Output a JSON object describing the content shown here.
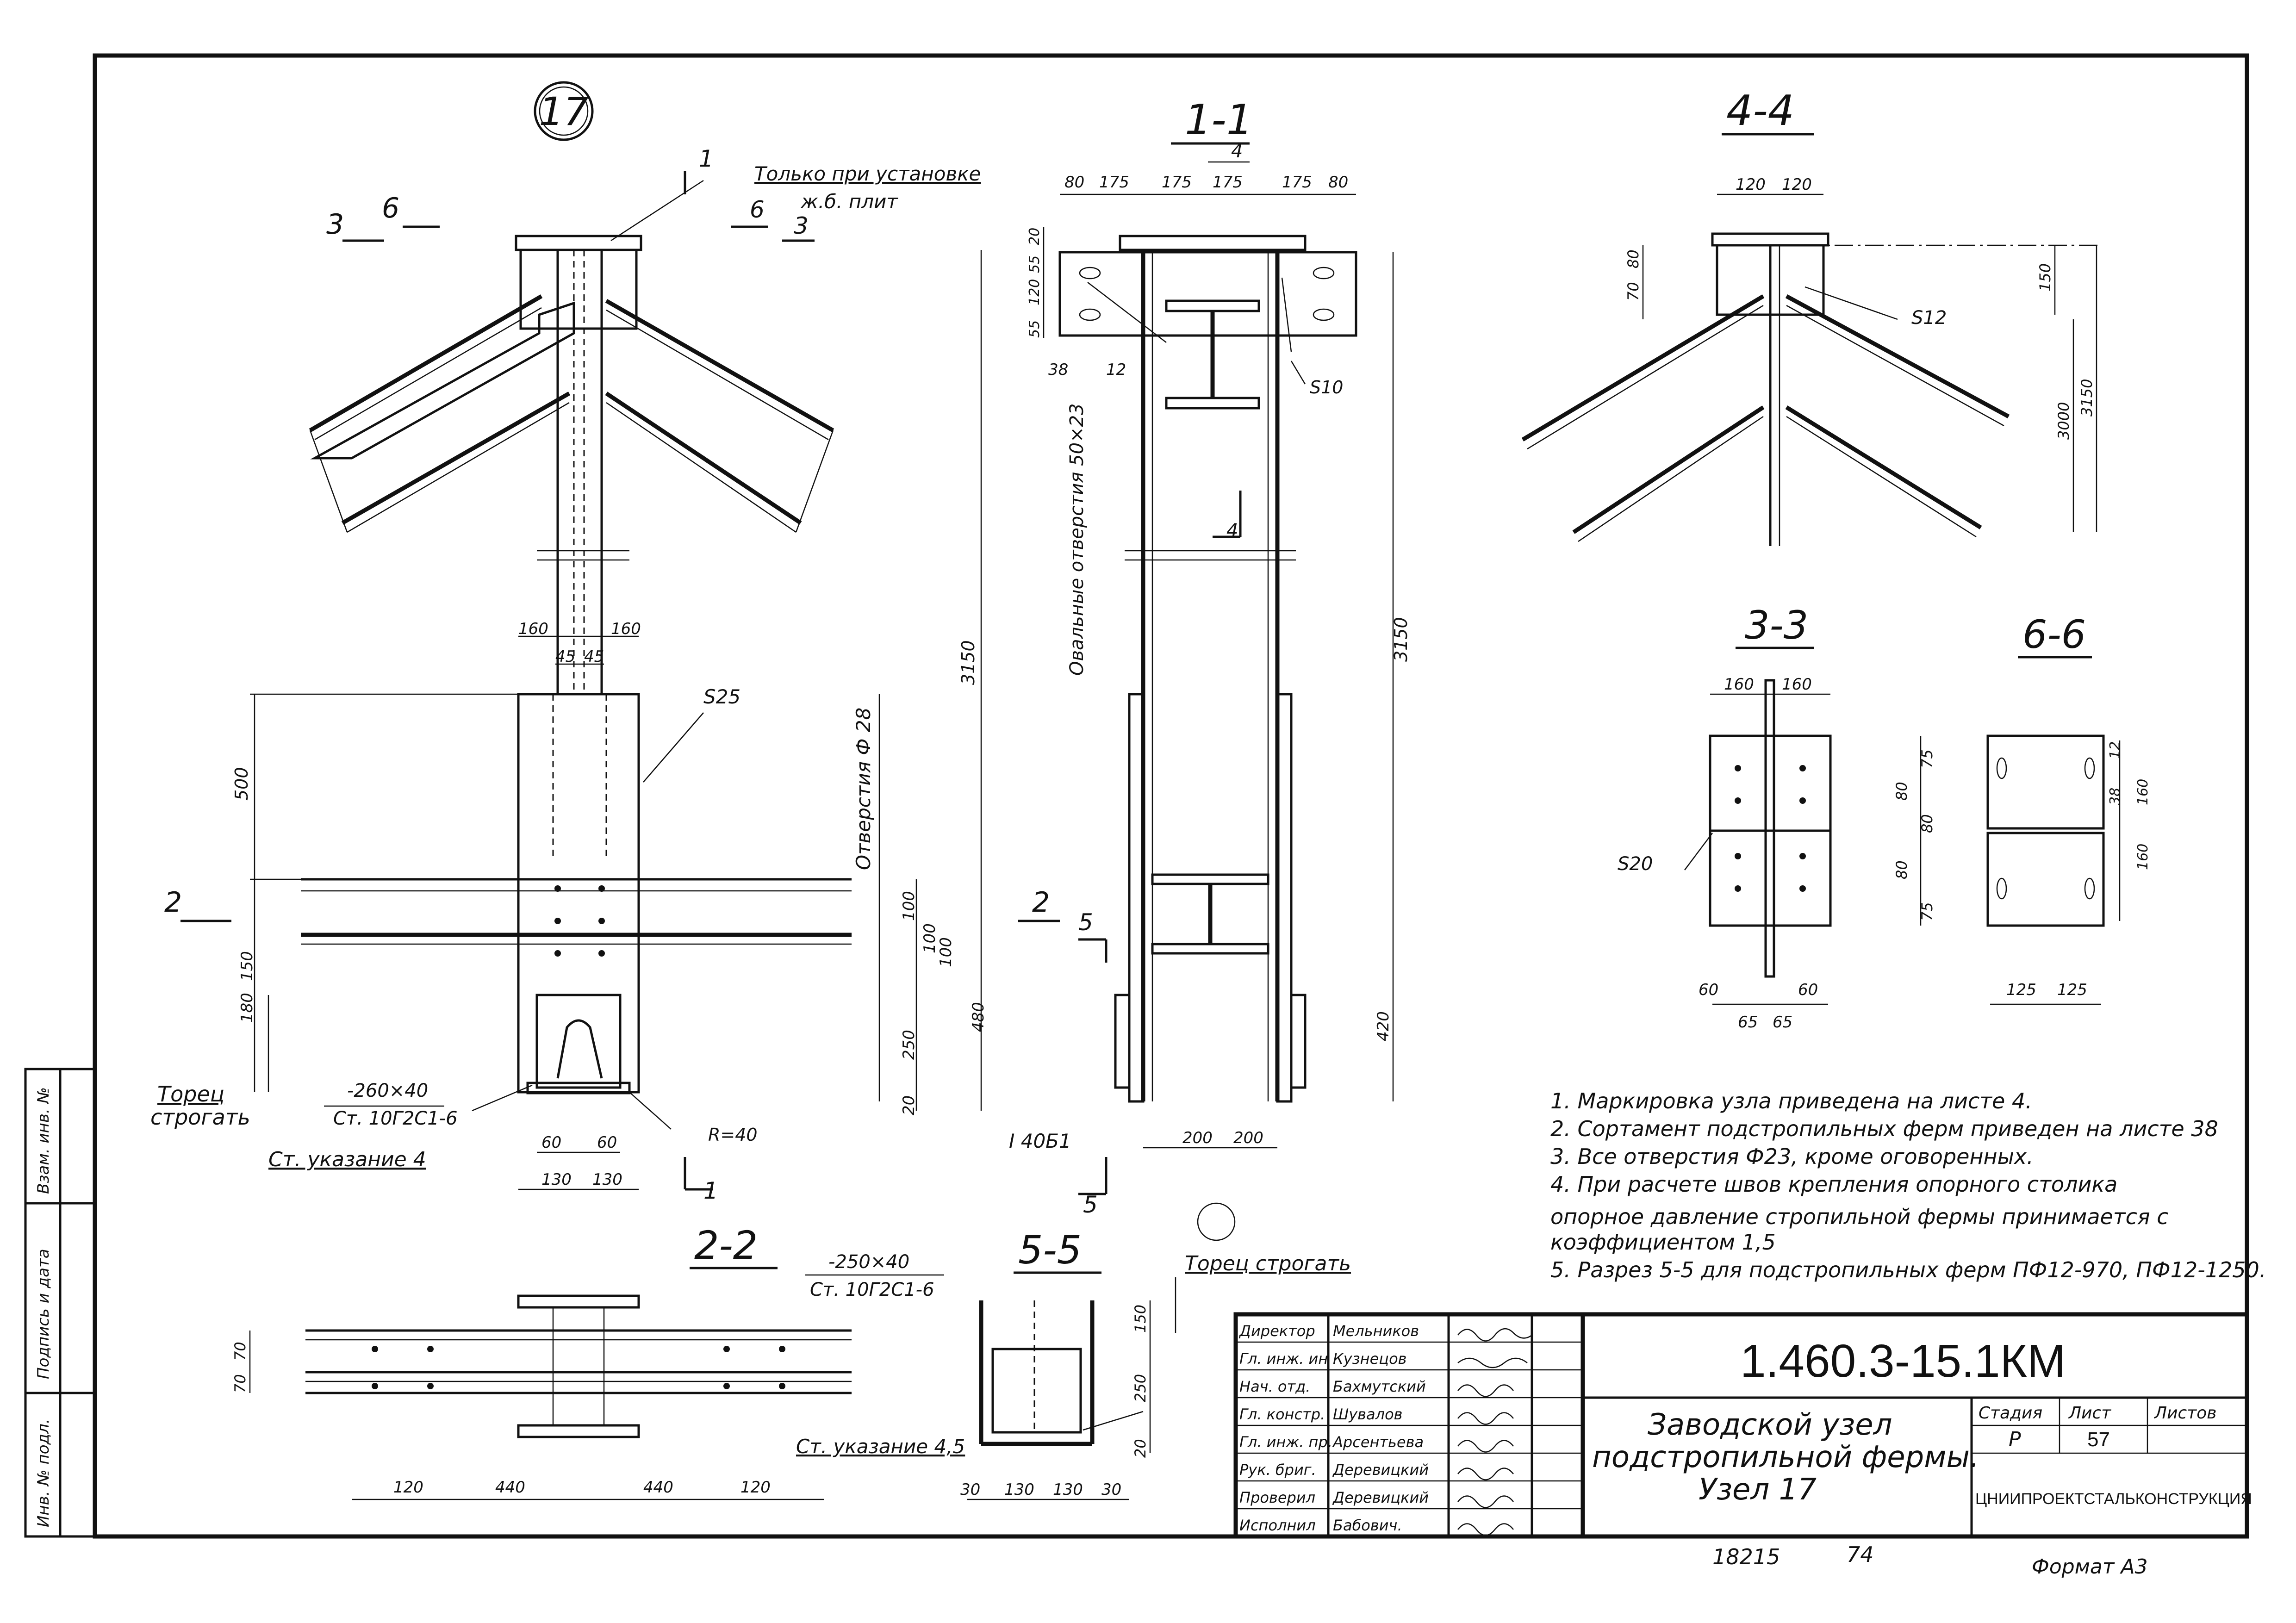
{
  "drawing": {
    "node_number": "17",
    "section_labels": {
      "s11": "1-1",
      "s44": "4-4",
      "s33": "3-3",
      "s66": "6-6",
      "s22": "2-2",
      "s55": "5-5"
    },
    "cut_markers": [
      "3",
      "6",
      "1",
      "6",
      "3",
      "2",
      "2",
      "5",
      "5",
      "1",
      "4",
      "4"
    ],
    "annotations": {
      "only_when_slabs_line1": "Только при установке",
      "only_when_slabs_line2": "ж.б. плит",
      "oval_holes": "Овальные отверстия 50×23",
      "holes_28": "Отверстия Ф 28",
      "face_plane_1": "Торец",
      "face_plane_2": "строгать",
      "face_plane_full": "Торец строгать",
      "plate_spec_1": "-260×40",
      "steel_spec_1": "Ст. 10Г2С1-6",
      "plate_spec_2": "-250×40",
      "steel_spec_2": "Ст. 10Г2С1-6",
      "see_note_4": "Ст. указание 4",
      "see_note_45": "Ст. указание 4,5",
      "radius": "R=40",
      "beam_profile": "I 40Б1",
      "s25": "S25",
      "s20": "S20",
      "s12": "S12",
      "s10": "S10"
    },
    "dimensions": {
      "main": [
        "160",
        "160",
        "45",
        "45",
        "500",
        "3150",
        "100",
        "100",
        "150",
        "180",
        "480",
        "250",
        "20",
        "60",
        "60",
        "130",
        "130",
        "100"
      ],
      "s11": [
        "80",
        "175",
        "175",
        "175",
        "175",
        "80",
        "20",
        "55",
        "120",
        "55",
        "38",
        "12",
        "3150",
        "200",
        "200",
        "420"
      ],
      "s44": [
        "120",
        "120",
        "80",
        "70",
        "150",
        "3000",
        "3150"
      ],
      "s33": [
        "160",
        "160",
        "75",
        "80",
        "80",
        "80",
        "75",
        "60",
        "60",
        "65",
        "65"
      ],
      "s66": [
        "12",
        "38",
        "160",
        "160",
        "125",
        "125"
      ],
      "s22": [
        "70",
        "70",
        "120",
        "440",
        "440",
        "120"
      ],
      "s55": [
        "150",
        "250",
        "20",
        "30",
        "130",
        "130",
        "30"
      ]
    },
    "notes": [
      "1. Маркировка узла приведена на листе 4.",
      "2. Сортамент подстропильных ферм приведен на листе 38",
      "3. Все отверстия Ф23, кроме оговоренных.",
      "4. При расчете швов крепления опорного столика",
      "опорное давление стропильной фермы принимается с",
      "коэффициентом 1,5",
      "5. Разрез 5-5 для подстропильных ферм ПФ12-970, ПФ12-1250."
    ]
  },
  "title_block": {
    "designation": "1.460.3-15.1КМ",
    "title_line1": "Заводской узел",
    "title_line2": "подстропильной фермы.",
    "title_line3": "Узел 17",
    "stage_label": "Стадия",
    "sheet_label": "Лист",
    "sheets_label": "Листов",
    "stage_value": "Р",
    "sheet_value": "57",
    "organization": "ЦНИИПРОЕКТСТАЛЬКОНСТРУКЦИЯ",
    "roles": [
      {
        "role": "Директор",
        "name": "Мельников"
      },
      {
        "role": "Гл. инж. ин",
        "name": "Кузнецов"
      },
      {
        "role": "Нач. отд.",
        "name": "Бахмутский"
      },
      {
        "role": "Гл. констр.",
        "name": "Шувалов"
      },
      {
        "role": "Гл. инж. пр.",
        "name": "Арсентьева"
      },
      {
        "role": "Рук. бриг.",
        "name": "Деревицкий"
      },
      {
        "role": "Проверил",
        "name": "Деревицкий"
      },
      {
        "role": "Исполнил",
        "name": "Бабович."
      }
    ],
    "footer_number": "18215",
    "footer_number2": "74",
    "format": "Формат А3"
  },
  "side_stamp": {
    "inv_orig": "Инв. № подл.",
    "sign_date": "Подпись и дата",
    "replace_inv": "Взам. инв. №"
  }
}
